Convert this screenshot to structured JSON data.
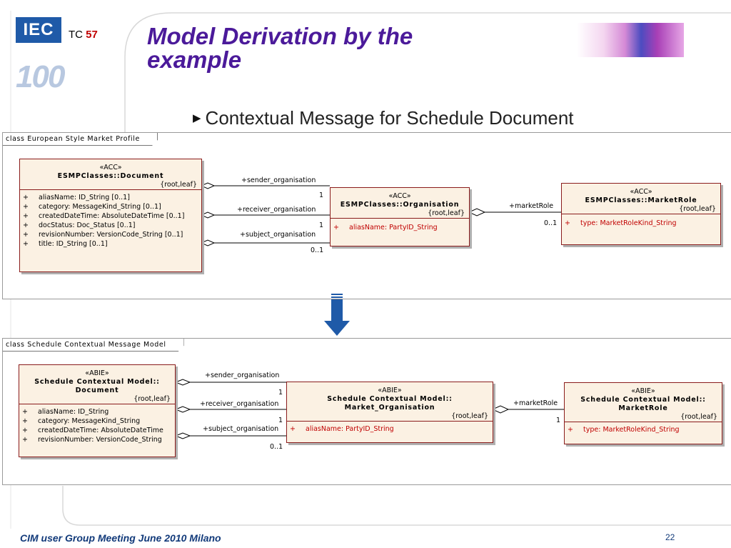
{
  "header": {
    "logo_text": "IEC",
    "logo_anniversary": "100",
    "tc_label": "TC",
    "tc_number": "57",
    "title_line1": "Model Derivation by the",
    "title_line2": "example"
  },
  "bullet": {
    "text": "Contextual Message for Schedule Document"
  },
  "diagram1": {
    "frame_label": "class European Style Market Profile",
    "document": {
      "stereotype": "«ACC»",
      "name": "ESMPClasses::Document",
      "tag": "{root,leaf}",
      "attributes": [
        {
          "vis": "+",
          "text": "aliasName:  ID_String [0..1]"
        },
        {
          "vis": "+",
          "text": "category:  MessageKind_String [0..1]"
        },
        {
          "vis": "+",
          "text": "createdDateTime:  AbsoluteDateTime [0..1]"
        },
        {
          "vis": "+",
          "text": "docStatus:  Doc_Status [0..1]"
        },
        {
          "vis": "+",
          "text": "revisionNumber:  VersionCode_String [0..1]"
        },
        {
          "vis": "+",
          "text": "title:  ID_String [0..1]"
        }
      ]
    },
    "organisation": {
      "stereotype": "«ACC»",
      "name": "ESMPClasses::Organisation",
      "tag": "{root,leaf}",
      "attributes": [
        {
          "vis": "+",
          "text": "aliasName:  PartyID_String"
        }
      ]
    },
    "marketrole": {
      "stereotype": "«ACC»",
      "name": "ESMPClasses::MarketRole",
      "tag": "{root,leaf}",
      "attributes": [
        {
          "vis": "+",
          "text": "type:  MarketRoleKind_String"
        }
      ]
    },
    "assoc": {
      "sender": "+sender_organisation",
      "receiver": "+receiver_organisation",
      "subject": "+subject_organisation",
      "mult_sender": "1",
      "mult_receiver": "1",
      "mult_subject": "0..1",
      "marketrole": "+marketRole",
      "mult_marketrole": "0..1"
    }
  },
  "diagram2": {
    "frame_label": "class Schedule Contextual Message Model",
    "document": {
      "stereotype": "«ABIE»",
      "name_line1": "Schedule Contextual Model::",
      "name_line2": "Document",
      "tag": "{root,leaf}",
      "attributes": [
        {
          "vis": "+",
          "text": "aliasName:  ID_String"
        },
        {
          "vis": "+",
          "text": "category:  MessageKind_String"
        },
        {
          "vis": "+",
          "text": "createdDateTime:  AbsoluteDateTime"
        },
        {
          "vis": "+",
          "text": "revisionNumber:  VersionCode_String"
        }
      ]
    },
    "organisation": {
      "stereotype": "«ABIE»",
      "name_line1": "Schedule Contextual Model::",
      "name_line2": "Market_Organisation",
      "tag": "{root,leaf}",
      "attributes": [
        {
          "vis": "+",
          "text": "aliasName:  PartyID_String"
        }
      ]
    },
    "marketrole": {
      "stereotype": "«ABIE»",
      "name_line1": "Schedule Contextual Model::",
      "name_line2": "MarketRole",
      "tag": "{root,leaf}",
      "attributes": [
        {
          "vis": "+",
          "text": "type:  MarketRoleKind_String"
        }
      ]
    },
    "assoc": {
      "sender": "+sender_organisation",
      "receiver": "+receiver_organisation",
      "subject": "+subject_organisation",
      "mult_sender": "1",
      "mult_receiver": "1",
      "mult_subject": "0..1",
      "marketrole": "+marketRole",
      "mult_marketrole": "1"
    }
  },
  "footer": {
    "text": "CIM user Group Meeting  June 2010 Milano",
    "page_number": "22"
  },
  "colors": {
    "title": "#4b1a9a",
    "class_fill": "#fbf1e3",
    "class_border": "#8a1c1c",
    "arrow": "#1f5aa8",
    "footer": "#123a7a"
  }
}
